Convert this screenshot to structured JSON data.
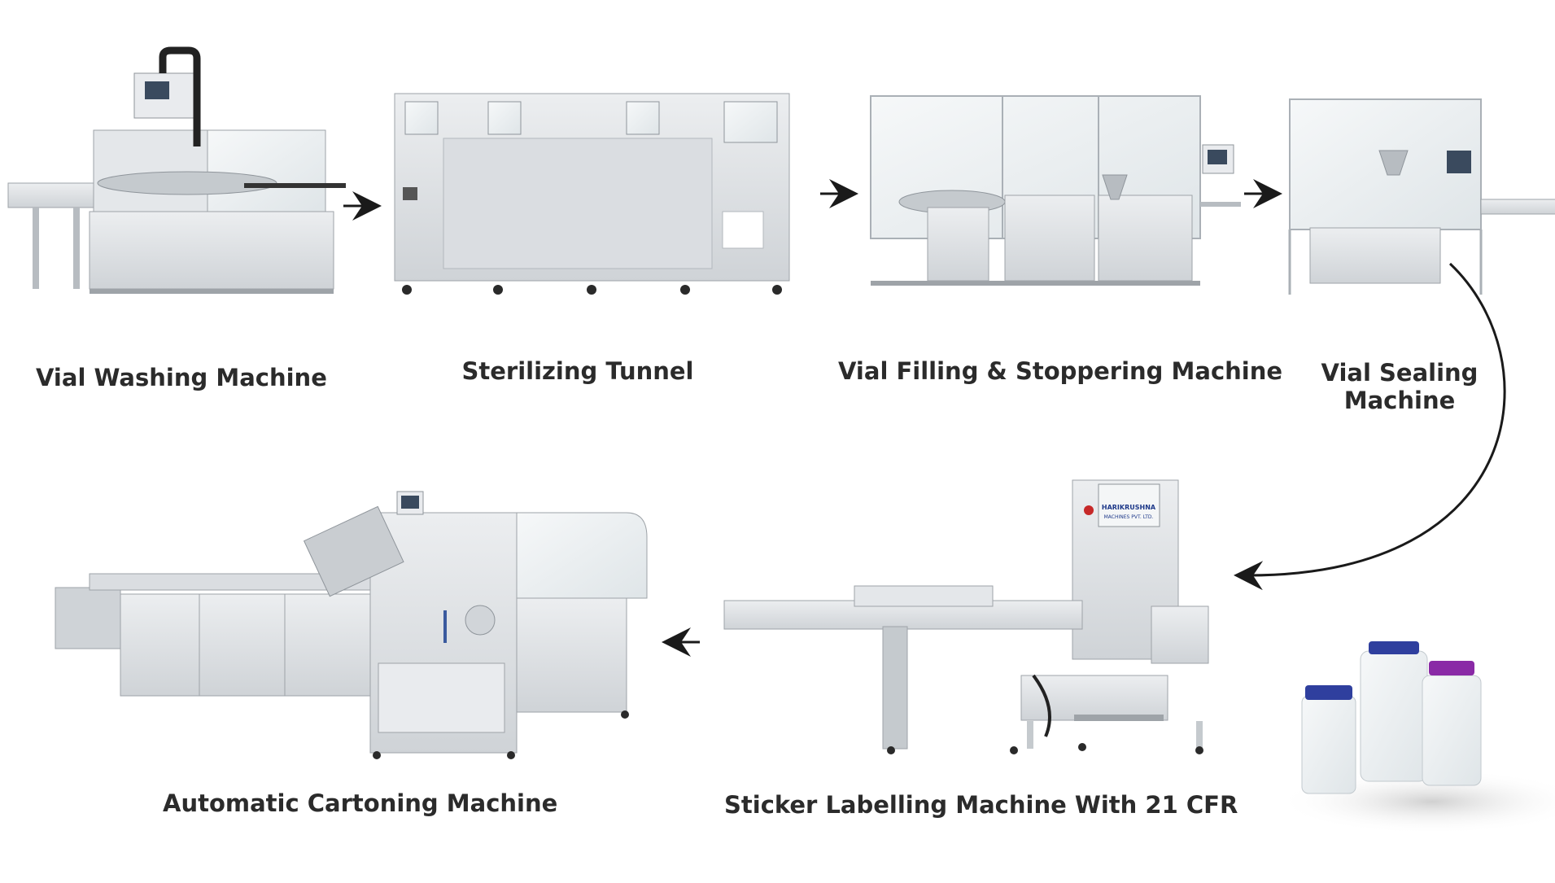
{
  "diagram": {
    "steps": [
      {
        "id": "washing",
        "label": "Vial Washing Machine"
      },
      {
        "id": "tunnel",
        "label": "Sterilizing Tunnel"
      },
      {
        "id": "filling",
        "label": "Vial Filling & Stoppering Machine"
      },
      {
        "id": "sealing",
        "label_line1": "Vial Sealing",
        "label_line2": "Machine"
      },
      {
        "id": "labelling",
        "label": "Sticker Labelling Machine With 21 CFR"
      },
      {
        "id": "cartoning",
        "label": "Automatic Cartoning Machine"
      }
    ],
    "flow": [
      "washing",
      "tunnel",
      "filling",
      "sealing",
      "labelling",
      "cartoning"
    ],
    "labeller_panel_text": {
      "line1": "HARIKRUSHNA",
      "line2": "MACHINES PVT. LTD."
    },
    "product": "vials",
    "colors": {
      "text": "#2b2b2b",
      "steel": "#d9dcdf",
      "steel_dark": "#9ea3a8",
      "glass": "#eef2f4",
      "vial_cap_blue": "#2f3f9e",
      "vial_cap_purple": "#8a2aa6",
      "arrow": "#1a1a1a"
    }
  }
}
